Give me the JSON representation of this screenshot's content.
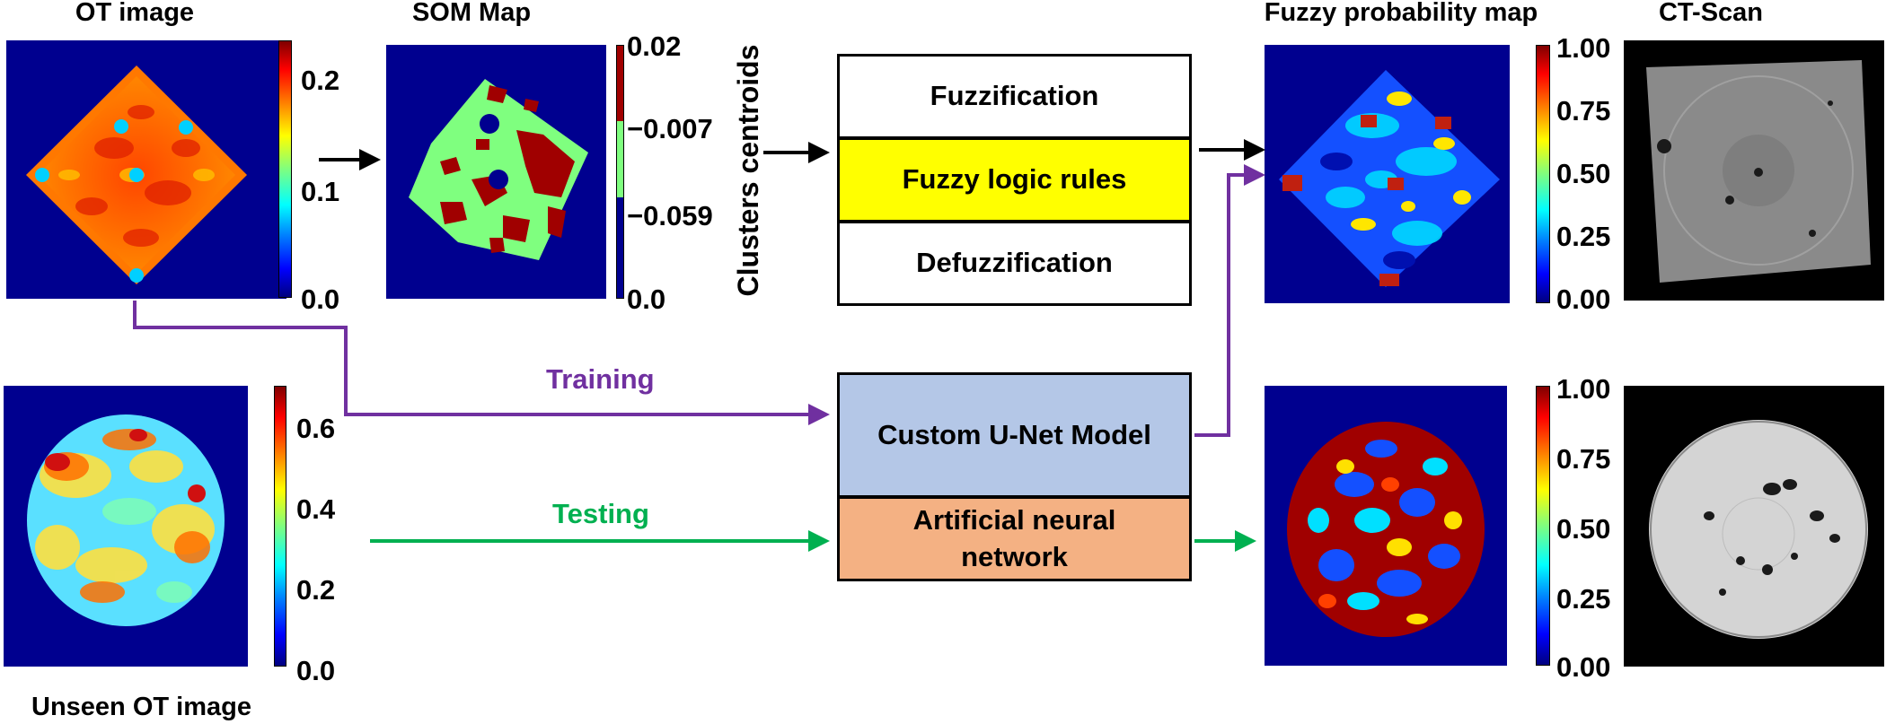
{
  "panels": {
    "ot_image": {
      "title": "OT image",
      "colorbar_ticks": [
        "0.2",
        "0.1",
        "0.0"
      ]
    },
    "som_map": {
      "title": "SOM Map",
      "colorbar_ticks": [
        "0.02",
        "−0.007",
        "−0.059",
        "0.0"
      ]
    },
    "unseen_ot": {
      "title": "Unseen OT image",
      "colorbar_ticks": [
        "0.6",
        "0.4",
        "0.2",
        "0.0"
      ]
    },
    "fuzzy_map": {
      "title": "Fuzzy probability map",
      "colorbar_ticks": [
        "1.00",
        "0.75",
        "0.50",
        "0.25",
        "0.00"
      ]
    },
    "fuzzy_map_2": {
      "colorbar_ticks": [
        "1.00",
        "0.75",
        "0.50",
        "0.25",
        "0.00"
      ]
    },
    "ct_scan": {
      "title": "CT-Scan"
    }
  },
  "clusters_label": "Clusters centroids",
  "fuzzy_blocks": [
    "Fuzzification",
    "Fuzzy logic rules",
    "Defuzzification"
  ],
  "model_blocks": {
    "unet": "Custom U-Net Model",
    "ann": "Artificial neural network"
  },
  "flows": {
    "training": "Training",
    "testing": "Testing"
  },
  "colors": {
    "background_blue": "#00008f",
    "fuzzy_rules_fill": "#ffff00",
    "unet_fill": "#b4c7e7",
    "ann_fill": "#f4b183",
    "training": "#7030a0",
    "testing": "#00b050",
    "arrow": "#000000"
  },
  "icons": [
    "arrow-right-icon"
  ]
}
